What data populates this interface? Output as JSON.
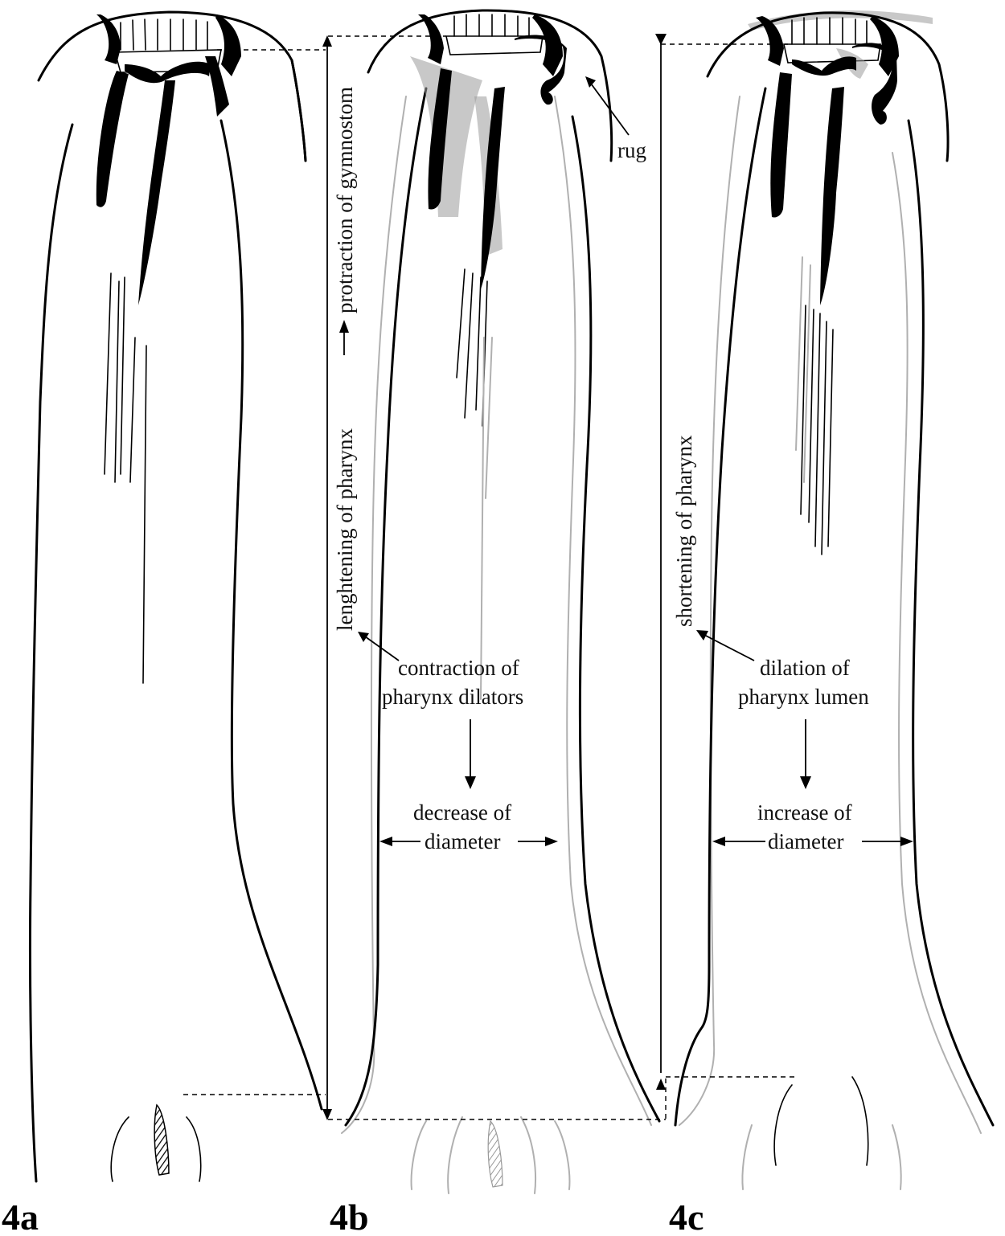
{
  "panels": [
    {
      "id": "4a",
      "label": "4a"
    },
    {
      "id": "4b",
      "label": "4b"
    },
    {
      "id": "4c",
      "label": "4c"
    }
  ],
  "annotations": {
    "rug": "rug",
    "lenghtening": "lenghtening of pharynx",
    "protraction": "protraction of gymnostom",
    "contraction_line1": "contraction of",
    "contraction_line2": "pharynx dilators",
    "decrease_line1": "decrease of",
    "decrease_line2": "diameter",
    "shortening": "shortening of pharynx",
    "dilation_line1": "dilation of",
    "dilation_line2": "pharynx lumen",
    "increase_line1": "increase of",
    "increase_line2": "diameter"
  },
  "colors": {
    "ink": "#000000",
    "shade": "#9a9a9a",
    "ghost_outline": "#b0b0b0"
  }
}
